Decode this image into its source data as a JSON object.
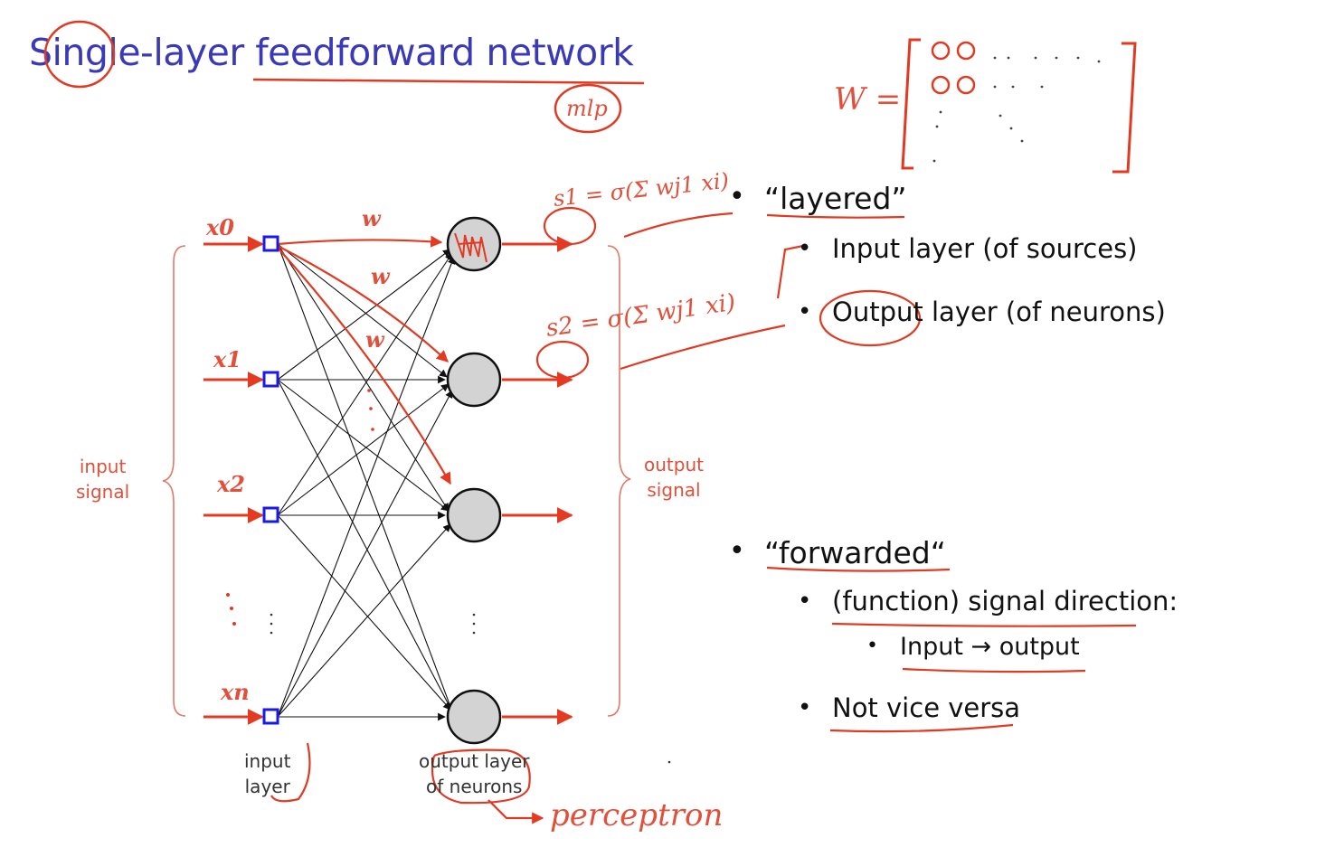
{
  "slide": {
    "title": "Single-layer feedforward network"
  },
  "diagram": {
    "input_signal_label": [
      "input",
      "signal"
    ],
    "output_signal_label": [
      "output",
      "signal"
    ],
    "input_layer_label": [
      "input",
      "layer"
    ],
    "output_layer_label": [
      "output layer",
      "of neurons"
    ],
    "colors": {
      "input_node": "#1a1ae6",
      "neuron_fill": "#d3d3d3",
      "signal": "#e53a22",
      "annotation": "#e03a22"
    }
  },
  "bullets": {
    "layered": "“layered”",
    "input_layer": "Input layer (of sources)",
    "output_layer": "Output layer (of neurons)",
    "forwarded": "“forwarded“",
    "signal_direction": "(function) signal direction:",
    "input_output": "Input → output",
    "not_vice_versa": "Not vice versa"
  },
  "annotations": {
    "mlp": "mlp",
    "matrix_label": "W =",
    "perceptron": "perceptron",
    "x0": "x0",
    "x1": "x1",
    "x2": "x2",
    "xn": "xn",
    "w": "w",
    "s1": "s1 = σ(Σ wj1 xi)",
    "s2": "s2 = σ(Σ wj1 xi)"
  }
}
